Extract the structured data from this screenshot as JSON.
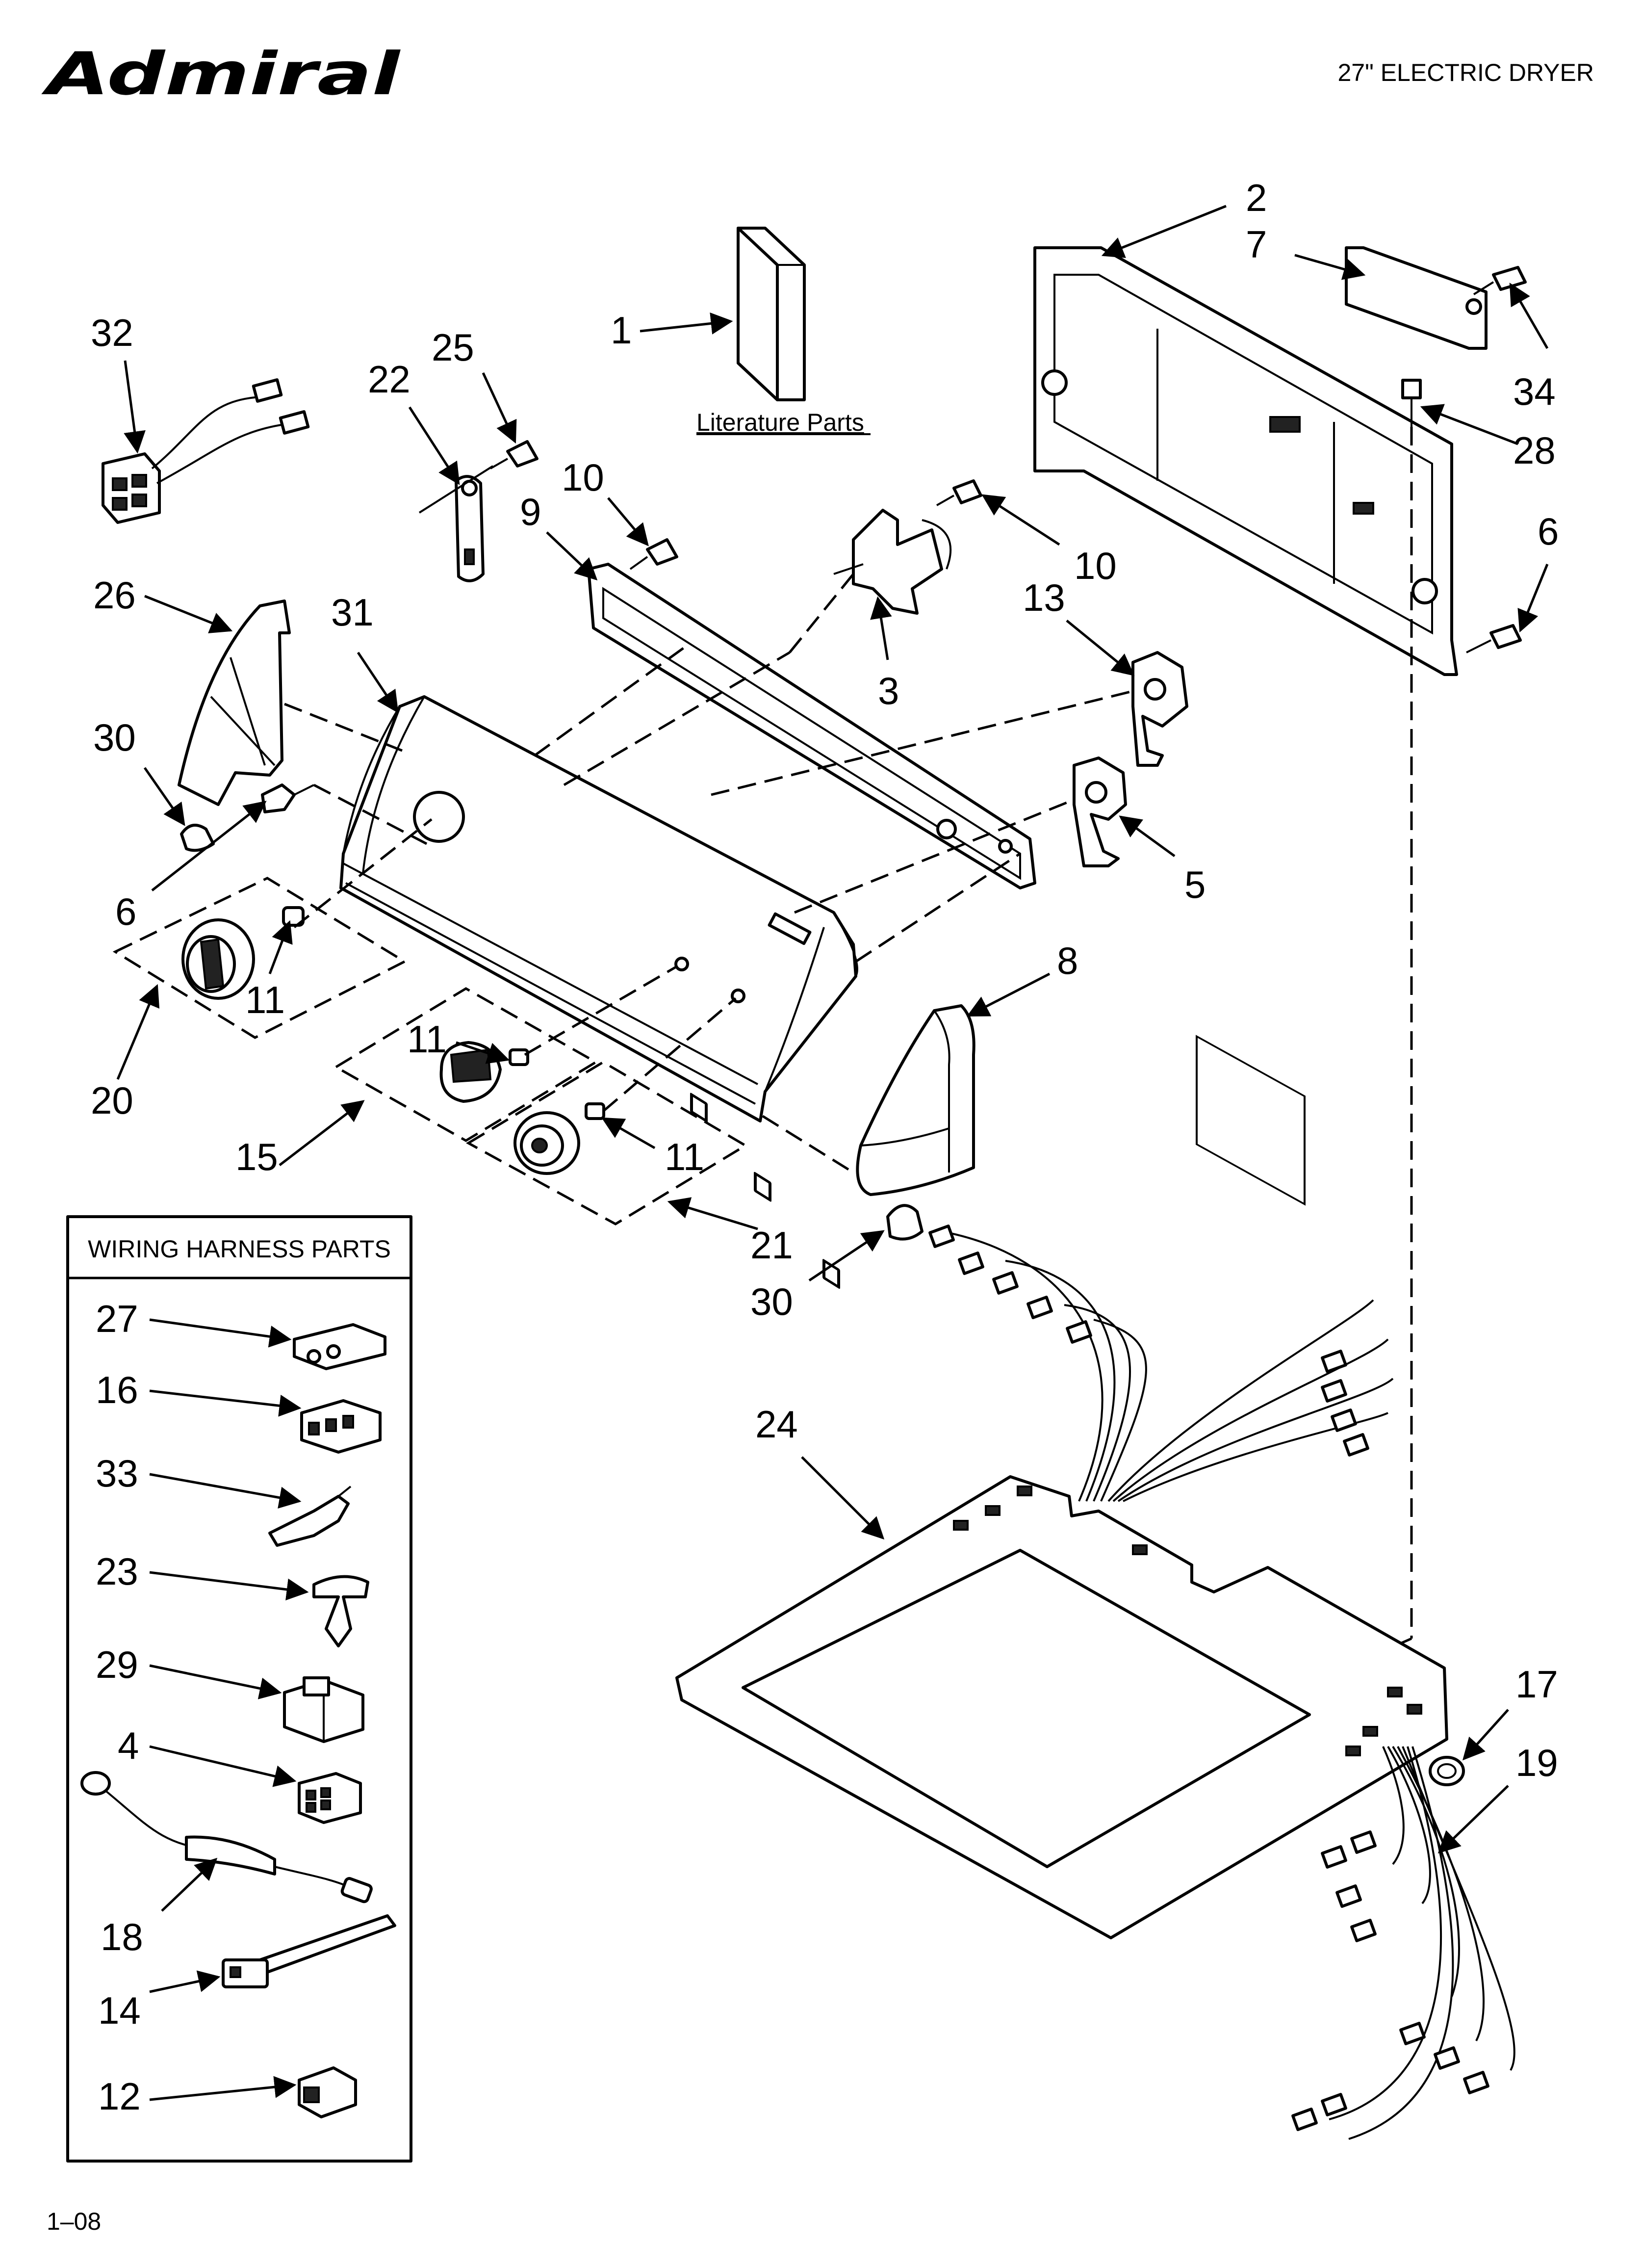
{
  "header": {
    "brand": "Admiral",
    "title": "27\" ELECTRIC DRYER"
  },
  "literature_caption": "Literature Parts",
  "wiring_box": {
    "title": "WIRING HARNESS PARTS",
    "items": [
      "27",
      "16",
      "33",
      "23",
      "29",
      "4",
      "18",
      "14",
      "12"
    ]
  },
  "callouts": {
    "c1": "1",
    "c2": "2",
    "c3": "3",
    "c5": "5",
    "c6a": "6",
    "c6b": "6",
    "c7": "7",
    "c8": "8",
    "c9": "9",
    "c10a": "10",
    "c10b": "10",
    "c11a": "11",
    "c11b": "11",
    "c11c": "11",
    "c13": "13",
    "c15": "15",
    "c17": "17",
    "c19": "19",
    "c20": "20",
    "c21": "21",
    "c22": "22",
    "c24": "24",
    "c25": "25",
    "c26": "26",
    "c28": "28",
    "c30a": "30",
    "c30b": "30",
    "c31": "31",
    "c32": "32",
    "c34": "34"
  },
  "footer": {
    "page_code": "1–08"
  }
}
